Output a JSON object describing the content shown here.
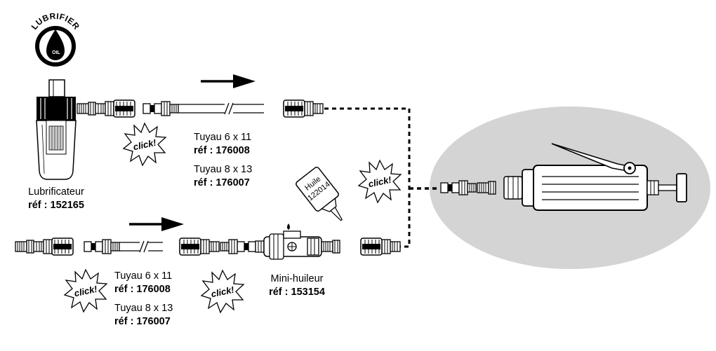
{
  "badge": {
    "ring_text": "LUBRIFIER",
    "drop_text": "OIL"
  },
  "lubricator": {
    "name": "Lubrificateur",
    "ref": "réf : 152165"
  },
  "top_hose": {
    "line1_name": "Tuyau 6 x 11",
    "line1_ref": "réf : 176008",
    "line2_name": "Tuyau 8 x 13",
    "line2_ref": "réf : 176007"
  },
  "bottom_hose": {
    "line1_name": "Tuyau 6 x 11",
    "line1_ref": "réf : 176008",
    "line2_name": "Tuyau 8 x 13",
    "line2_ref": "réf : 176007"
  },
  "mini_oiler": {
    "name": "Mini-huileur",
    "ref": "réf : 153154"
  },
  "oil_bottle": {
    "line1": "Huile",
    "line2": "122014"
  },
  "click_text": "click!",
  "colors": {
    "line": "#000000",
    "tool_area": "#d4d4d4",
    "fill": "#ffffff"
  }
}
